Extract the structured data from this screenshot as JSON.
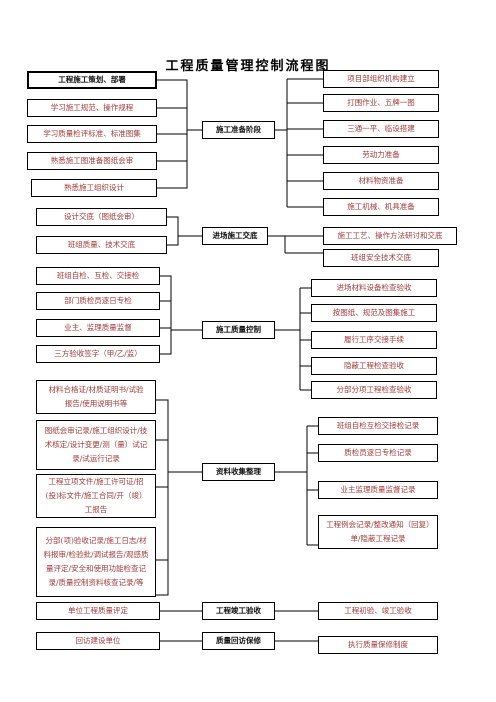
{
  "title": "工程质量管理控制流程图",
  "stages": {
    "prep": "施工准备阶段",
    "handover": "进场施工交底",
    "control": "施工质量控制",
    "records": "资料收集整理",
    "acceptance": "工程竣工验收",
    "warranty": "质量回访保修"
  },
  "prep_left": [
    "工程施工策划、部署",
    "学习施工规范、操作规程",
    "学习质量检评标准、标准图集",
    "熟悉施工图准备图纸会审",
    "熟悉施工组织设计"
  ],
  "prep_right": [
    "项目部组织机构建立",
    "打围作业、五牌一图",
    "三通一平、临设搭建",
    "劳动力准备",
    "材料物资准备",
    "施工机械、机具准备"
  ],
  "handover_left": [
    "设计交底（图纸会审）",
    "班组质量、技术交底"
  ],
  "handover_right": [
    "施工工艺、操作方法研讨和交底",
    "班组安全技术交底"
  ],
  "control_left": [
    "班组自检、互检、交接检",
    "部门质检员逐日专检",
    "业主、监理质量监督",
    "三方验收签字（甲/乙/监）"
  ],
  "control_right": [
    "进场材料设备检查验收",
    "按图纸、规范及图集施工",
    "履行工序交接手续",
    "隐蔽工程检查验收",
    "分部分项工程检查验收"
  ],
  "records_left": [
    "材料合格证/材质证明书/试验报告/使用说明书等",
    "图纸会审记录/施工组织设计/技术核定/设计变更/测（量）试记录/试运行记录",
    "工程立项文件/施工许可证/招(投)标文件/施工合同/开（竣）工报告",
    "分部(项)验收记录/施工日志/材料报审/检验批/调试报告/观感质量评定/安全和使用功能检查记录/质量控制资料核查记录/等"
  ],
  "records_right": [
    "班组自检互检交接检记录",
    "质检员逐日专检记录",
    "业主监理质量监督记录",
    "工程例会记录/整改通知（回复）单/隐蔽工程记录"
  ],
  "acceptance_left": "单位工程质量评定",
  "acceptance_right": "工程初验、竣工验收",
  "warranty_left": "回访建设单位",
  "warranty_right": "执行质量保修制度"
}
